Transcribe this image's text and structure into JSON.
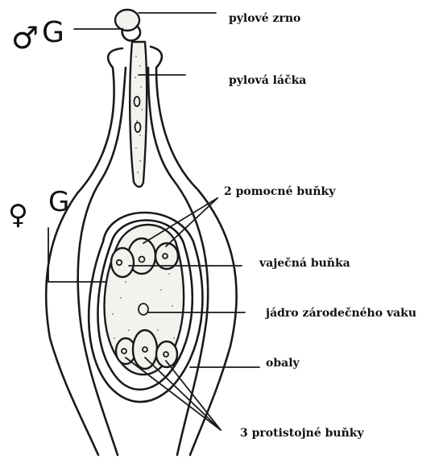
{
  "symbols": {
    "male": {
      "glyph": "♂",
      "letter": "G"
    },
    "female": {
      "glyph": "♀",
      "letter": "G"
    }
  },
  "labels": {
    "pollen_grain": "pylové zrno",
    "pollen_tube": "pylová láčka",
    "synergids": "2 pomocné buňky",
    "egg_cell": "vaječná buňka",
    "central_nucleus": "jádro zárodečného vaku",
    "integuments": "obaly",
    "antipodals": "3 protistojné buňky"
  },
  "colors": {
    "ink": "#1a1a1a",
    "stipple": "#666666",
    "background": "#ffffff"
  }
}
